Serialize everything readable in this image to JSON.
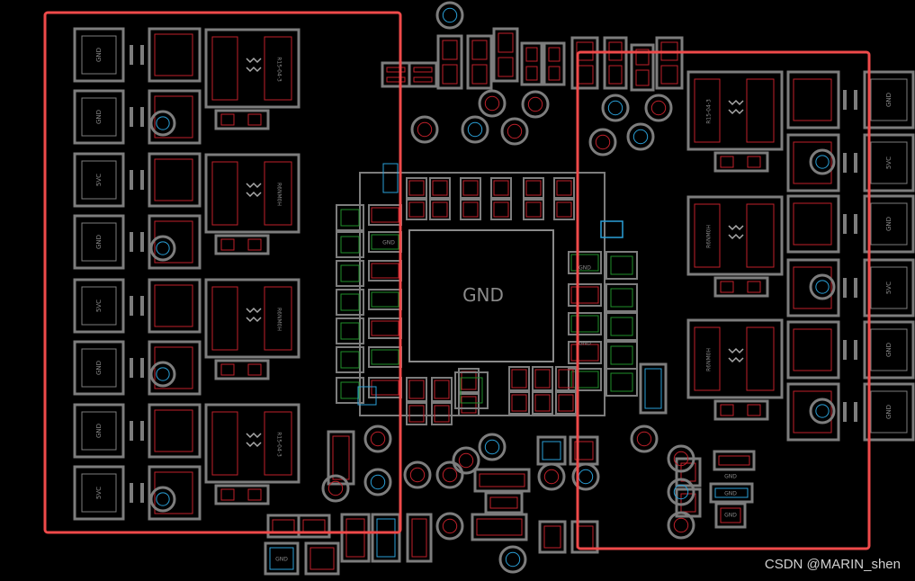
{
  "board": {
    "center_pad_label": "GND",
    "small_pad_label": "GND",
    "left_phase_labels": [
      "GND",
      "GND",
      "5VC",
      "GND",
      "5VC",
      "GND",
      "GND",
      "5VC"
    ],
    "right_phase_labels": [
      "GND",
      "5VC",
      "GND",
      "5VC",
      "GND",
      "GND"
    ],
    "left_inductor_labels": [
      "R15-04-3",
      "R6NM0H",
      "R6NM0H",
      "R15-04-3"
    ],
    "right_inductor_labels": [
      "R15-04-3",
      "R6NM0H",
      "R6NM0H"
    ]
  },
  "watermark": "CSDN @MARIN_shen",
  "colors": {
    "background": "#000000",
    "outline": "#7d7d7d",
    "copper_red": "#c0202a",
    "green_pad": "#1f8f2a",
    "blue_pad": "#2aa0d8",
    "highlight_box": "#ef4a4a"
  }
}
